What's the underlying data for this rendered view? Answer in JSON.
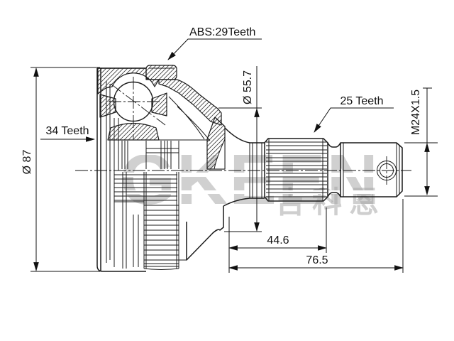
{
  "drawing": {
    "watermark": {
      "brand": "GKEEN",
      "brand_cjk": "吉科恩"
    },
    "labels": {
      "abs_ring": "ABS:29Teeth",
      "hub_spline": "34 Teeth",
      "shaft_spline": "25 Teeth"
    },
    "dimensions": {
      "outer_diameter": "Ø 87",
      "groove_diameter": "Ø 55.7",
      "thread": "M24X1.5",
      "spline_length": "44.6",
      "overall_length": "76.5"
    },
    "colors": {
      "line": "#1a1a1a",
      "background": "#ffffff",
      "watermark": "#a2a2a2"
    }
  }
}
